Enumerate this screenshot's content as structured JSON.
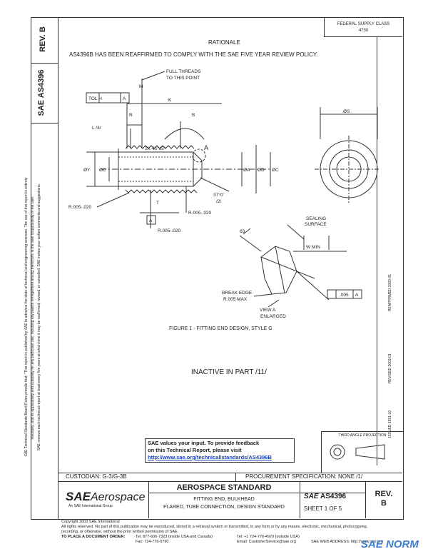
{
  "header": {
    "rev_label": "REV.",
    "rev_value": "B",
    "doc_number": "AS4396",
    "fed_class_line1": "FEDERAL SUPPLY CLASS",
    "fed_class_line2": "4730"
  },
  "left_margin": {
    "notice_line1": "SAE Technical Standards Board Rules provide that: \"This report is published by SAE to advance the state of technical and engineering sciences. The use of this report is entirely",
    "notice_line2": "voluntary, and its applicability and suitability for any particular use, including any patent infringement arising therefrom, is the sole responsibility of the user.\"",
    "notice_line3": "SAE reviews each technical report at least every five years at which time it may be reaffirmed, revised, or cancelled. SAE invites your written comments and suggestions."
  },
  "rationale": {
    "title": "RATIONALE",
    "text": "AS4396B HAS BEEN REAFFIRMED TO COMPLY WITH THE SAE FIVE YEAR REVIEW POLICY."
  },
  "drawing": {
    "full_threads": "FULL THREADS",
    "to_this_point": "TO THIS POINT",
    "tol_h": "TOL H",
    "tol_a": "A",
    "m": "M",
    "k": "K",
    "r": "R",
    "b": "B",
    "l": "L /3/",
    "chamfer": "2X 45°±5°",
    "view_letter": "A",
    "dia_y": "ØY",
    "dia_c_left": "ØC",
    "dia_a": "ØA",
    "dia_d": "ØD",
    "dia_c_right": "ØC",
    "dia_s": "ØS",
    "angle": "37°0'",
    "angle_note": "/2/",
    "t": "T",
    "a_box": "A",
    "r1": "R.005-.020",
    "r2": "R.005-.020",
    "r3": "R.005-.020",
    "sealing": "SEALING",
    "surface": "SURFACE",
    "w_min": "W MIN",
    "finish": "63",
    "break_edge": "BREAK EDGE",
    "break_max": "R.005 MAX",
    "view_a": "VIEW A",
    "enlarged": "ENLARGED",
    "tol_005": ".005",
    "tol_005_ref": "A"
  },
  "figure_caption": "FIGURE 1 - FITTING END DESIGN, STYLE G",
  "inactive": "INACTIVE IN PART /11/",
  "right_strip": {
    "text1": "REAFFIRMED 2003-01",
    "text2": "REVISED 2003-01",
    "text3": "ISSUED 1991-10"
  },
  "feedback": {
    "line1": "SAE values your input. To provide feedback",
    "line2": "on this Technical Report, please visit",
    "link": "http://www.sae.org/technical/standards/AS4396B"
  },
  "third_angle": "THIRD ANGLE PROJECTION",
  "custodian": "CUSTODIAN: G-3/G-3B",
  "procurement": "PROCUREMENT SPECIFICATION: NONE /1/",
  "title_block": {
    "logo_main": "SAE",
    "logo_sub": "Aerospace",
    "logo_tagline": "An SAE International Group",
    "standard_title": "AEROSPACE STANDARD",
    "subtitle1": "FITTING END, BULKHEAD",
    "subtitle2": "FLARED, TUBE CONNECTION, DESIGN STANDARD",
    "sae": "SAE",
    "number": "AS4396",
    "sheet": "SHEET 1 OF 5",
    "rev_label": "REV.",
    "rev_value": "B"
  },
  "footer": {
    "copyright": "Copyright 2003 SAE International",
    "rights": "All rights reserved. No part of this publication may be reproduced, stored in a retrieval system or transmitted, in any form or by any means, electronic, mechanical, photocopying,",
    "rights2": "recording, or otherwise, without the prior written permission of SAE.",
    "order_label": "TO PLACE A DOCUMENT ORDER:",
    "tel1": "Tel: 877-606-7323 (inside USA and Canada)",
    "tel2": "Tel: +1 724-776-4970 (outside USA)",
    "fax": "Fax: 724-776-0790",
    "email": "Email: CustomerService@sae.org",
    "web": "SAE WEB ADDRESS: http://www.sae.org"
  },
  "watermark": "SAE NORM"
}
